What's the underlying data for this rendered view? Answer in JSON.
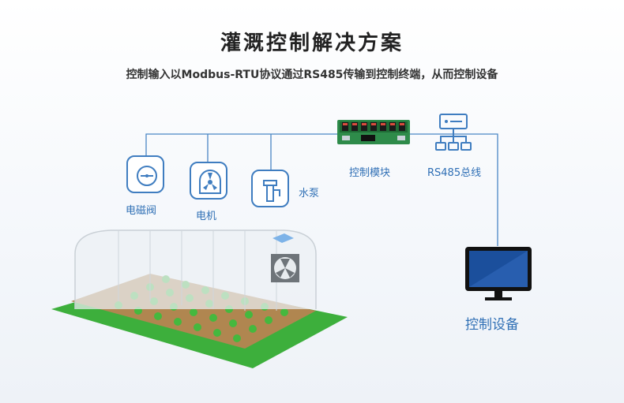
{
  "title": "灌溉控制解决方案",
  "subtitle": "控制输入以Modbus-RTU协议通过RS485传输到控制终端，从而控制设备",
  "devices": {
    "valve": "电磁阀",
    "motor": "电机",
    "pump": "水泵",
    "module": "控制模块",
    "bus": "RS485总线",
    "controller": "控制设备"
  },
  "colors": {
    "accent": "#3f7dc0",
    "line": "#4a86c5",
    "grass": "#37b24d",
    "monitor": "#1b4f9c"
  },
  "icons": [
    "valve-icon",
    "motor-fan-icon",
    "pump-icon",
    "network-topology-icon",
    "monitor-icon",
    "circuit-board-icon",
    "exhaust-fan-icon"
  ]
}
